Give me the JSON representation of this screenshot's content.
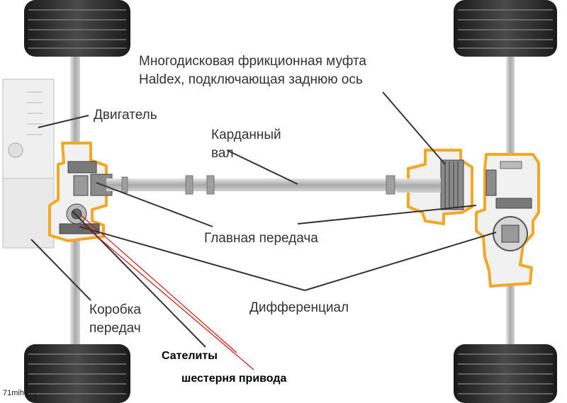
{
  "labels": {
    "haldex_line1": "Многодисковая фрикционная муфта",
    "haldex_line2": "Haldex, подключающая заднюю ось",
    "engine": "Двигатель",
    "driveshaft_line1": "Карданный",
    "driveshaft_line2": "вал",
    "main_gear": "Главная передача",
    "differential": "Дифференциал",
    "gearbox_line1": "Коробка",
    "gearbox_line2": "передач",
    "satellites": "Сателиты",
    "drive_gear": "шестерня привода"
  },
  "watermark": "71miha71",
  "colors": {
    "housing_outline": "#f5a623",
    "wheel": "#2a2a2a",
    "shaft": "#b9b9b9",
    "leader": "#333333",
    "red_leader": "#cc1111"
  }
}
